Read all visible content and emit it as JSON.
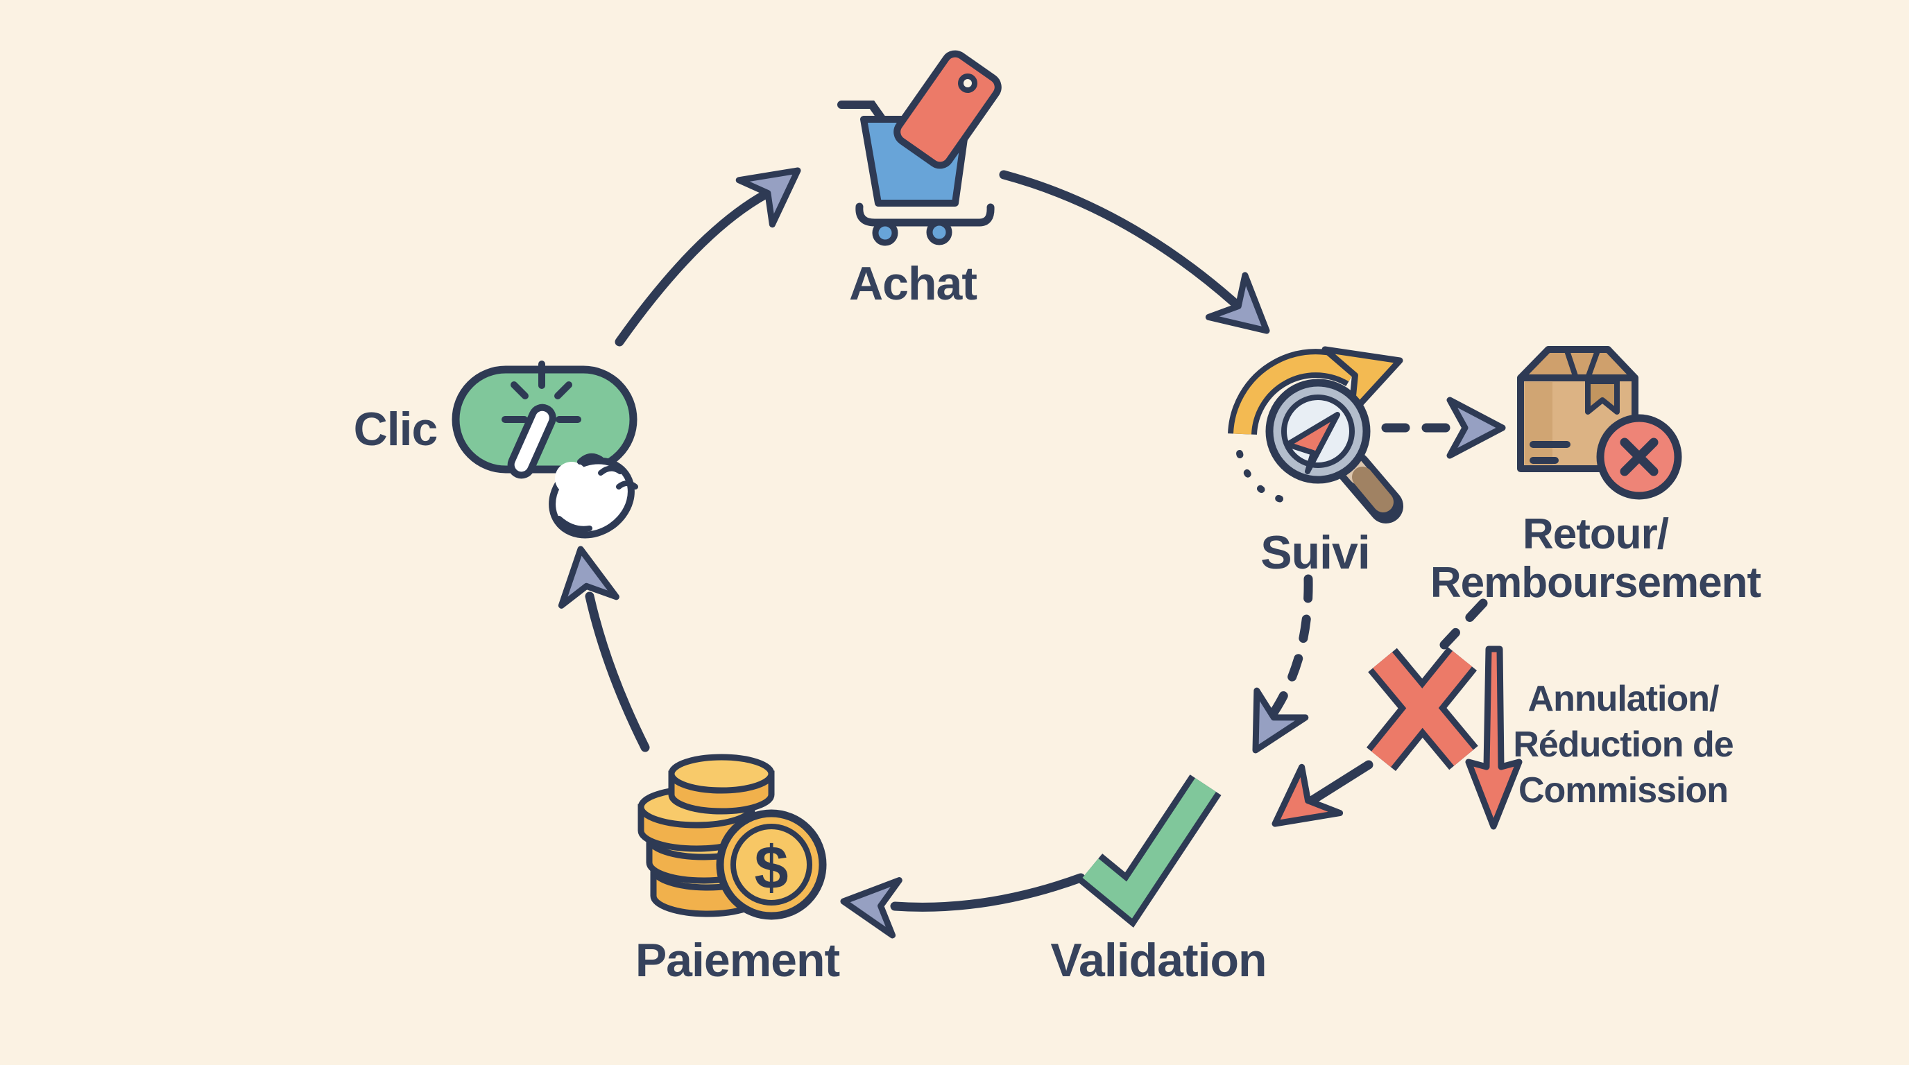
{
  "labels": {
    "clic": "Clic",
    "achat": "Achat",
    "suivi": "Suivi",
    "retour_line1": "Retour/",
    "retour_line2": "Remboursement",
    "validation": "Validation",
    "paiement": "Paiement",
    "annulation_line1": "Annulation/",
    "annulation_line2": "Réduction de",
    "annulation_line3": "Commission"
  },
  "icons": {
    "click_button": "click-button-icon",
    "hand_cursor": "hand-cursor-icon",
    "shopping_cart": "shopping-cart-icon",
    "price_tag": "price-tag-icon",
    "tracking_magnifier": "tracking-magnifier-icon",
    "loop_arrow": "loop-arrow-icon",
    "package": "package-icon",
    "cancel_badge": "cancel-badge-icon",
    "cancel_x": "cancel-x-icon",
    "decrease_arrow": "decrease-arrow-icon",
    "validation_check": "validation-check-icon",
    "coins": "coins-icon",
    "dollar_sign": "$"
  },
  "colors": {
    "background": "#fbf2e3",
    "navy": "#2e3a54",
    "text": "#36425c",
    "slate": "#96a0c2",
    "salmon": "#ec7a68",
    "salmon_light": "#ee8477",
    "green": "#80c79b",
    "yellow": "#f3ba52",
    "blue": "#68a4d8",
    "gold": "#f1b14c",
    "gold_light": "#f8ca6a",
    "gold_coin": "#f5ba55",
    "gold_coin_inner": "#f7c765",
    "tan": "#dcb384",
    "tan_dark": "#d0a573",
    "tan_roof": "#cfa06c",
    "tan_tape": "#c2955f",
    "rim": "#b3bdcc",
    "lens": "#e8eef4",
    "handle": "#a08263",
    "handle_light": "#dcc6ae",
    "white": "#ffffff"
  }
}
